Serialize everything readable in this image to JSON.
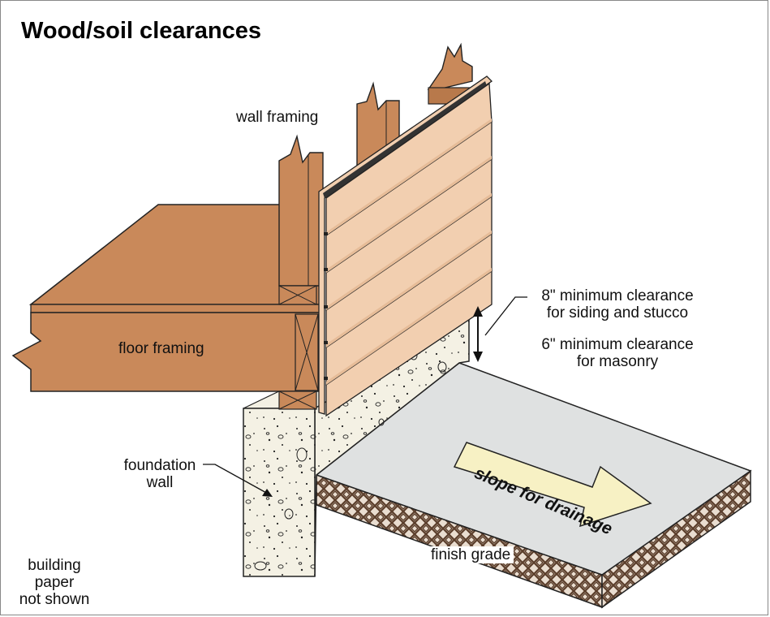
{
  "title": "Wood/soil clearances",
  "labels": {
    "wall_framing": "wall framing",
    "floor_framing": "floor framing",
    "foundation_wall_line1": "foundation",
    "foundation_wall_line2": "wall",
    "clearance_siding_line1": "8\" minimum clearance",
    "clearance_siding_line2": "for siding and stucco",
    "clearance_masonry_line1": "6\" minimum clearance",
    "clearance_masonry_line2": "for masonry",
    "slope": "slope for drainage",
    "finish_grade": "finish grade",
    "building_paper_line1": "building",
    "building_paper_line2": "paper",
    "building_paper_line3": "not shown"
  },
  "colors": {
    "wood": "#c9895a",
    "wood_dark": "#b8794b",
    "siding": "#f2cfb0",
    "siding_shade": "#e6bc98",
    "concrete": "#f4f1e4",
    "slab": "#dfe1e1",
    "soil": "#6b4a33",
    "arrow_fill": "#f7f1c4"
  }
}
